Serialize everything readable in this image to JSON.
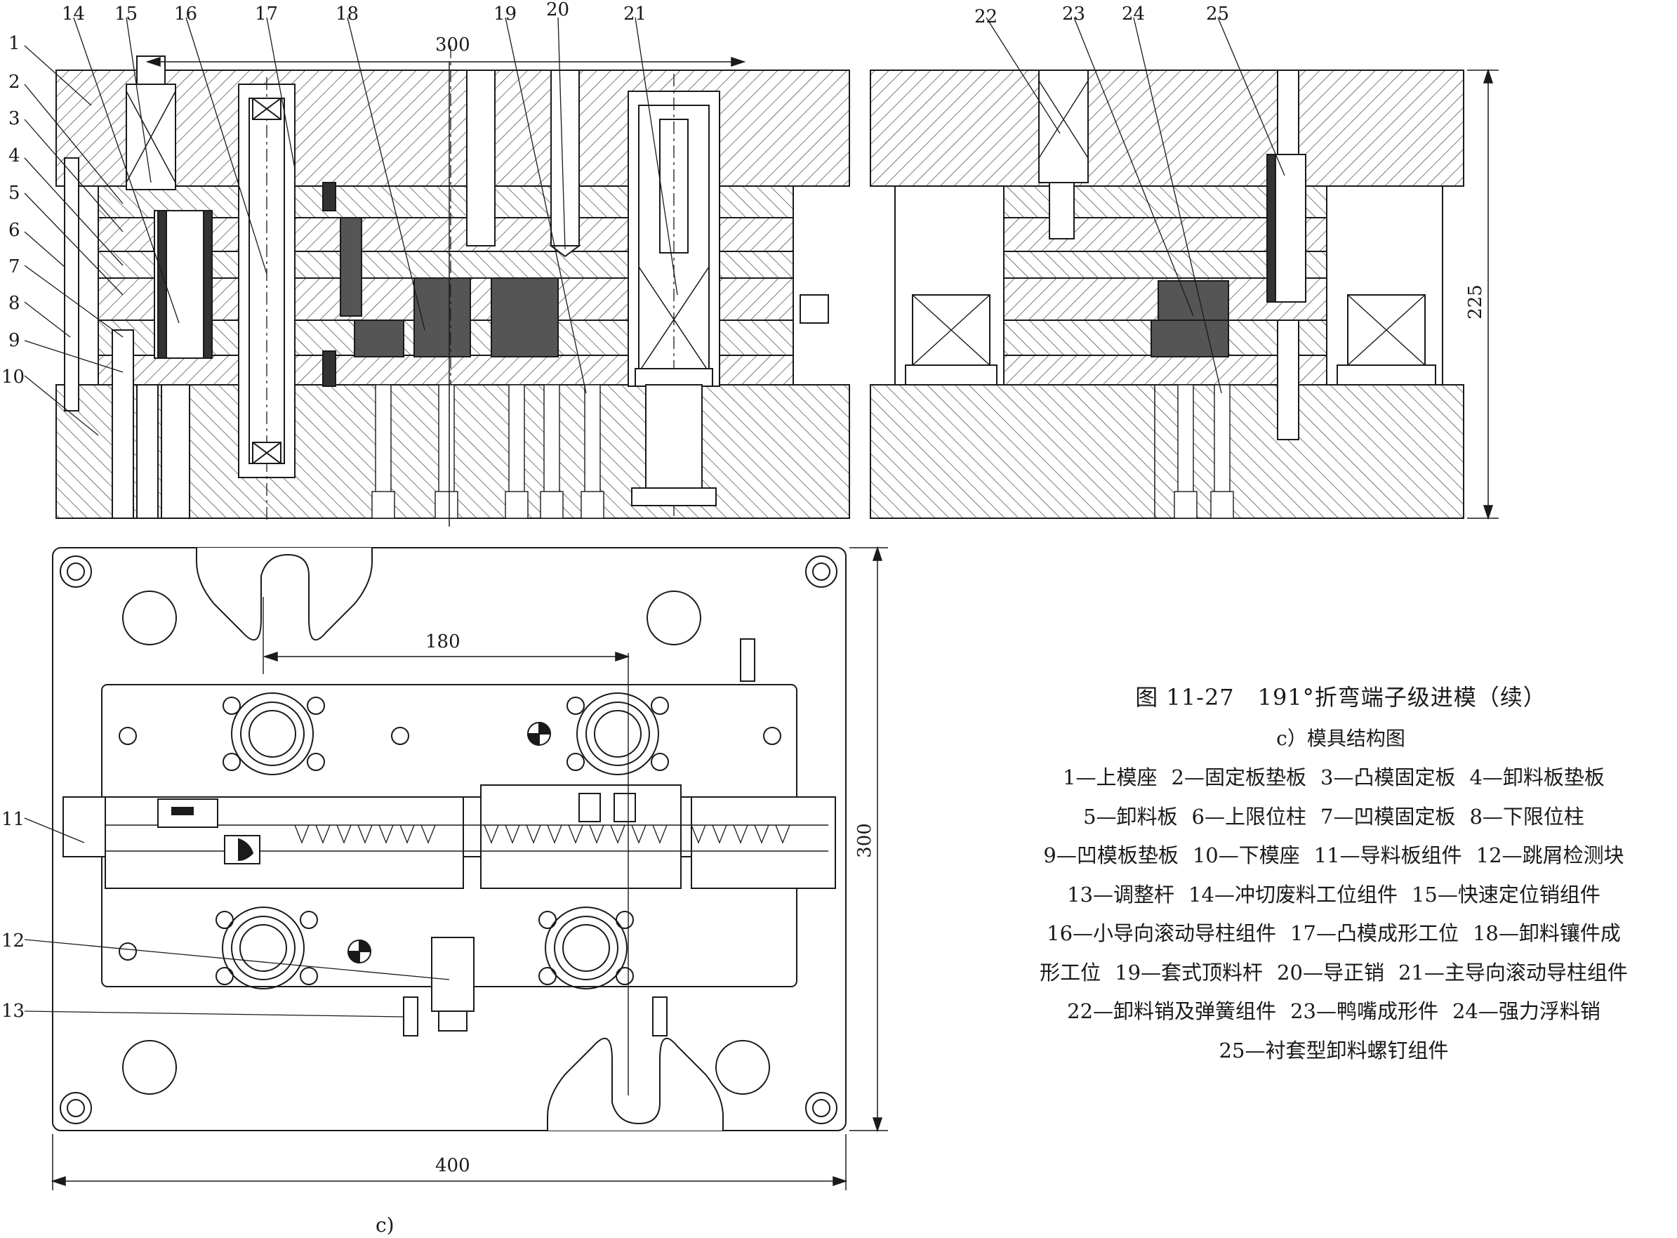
{
  "caption": {
    "title": "图 11-27　191°折弯端子级进模（续）",
    "subtitle": "c）模具结构图"
  },
  "legend_lines": [
    [
      "1—上模座",
      "2—固定板垫板",
      "3—凸模固定板",
      "4—卸料板垫板"
    ],
    [
      "5—卸料板",
      "6—上限位柱",
      "7—凹模固定板",
      "8—下限位柱"
    ],
    [
      "9—凹模板垫板",
      "10—下模座",
      "11—导料板组件",
      "12—跳屑检测块"
    ],
    [
      "13—调整杆",
      "14—冲切废料工位组件",
      "15—快速定位销组件"
    ],
    [
      "16—小导向滚动导柱组件",
      "17—凸模成形工位",
      "18—卸料镶件成"
    ],
    [
      "形工位",
      "19—套式顶料杆",
      "20—导正销",
      "21—主导向滚动导柱组件"
    ],
    [
      "22—卸料销及弹簧组件",
      "23—鸭嘴成形件",
      "24—强力浮料销"
    ],
    [
      "25—衬套型卸料螺钉组件"
    ]
  ],
  "part_labels": [
    "1",
    "2",
    "3",
    "4",
    "5",
    "6",
    "7",
    "8",
    "9",
    "10",
    "11",
    "12",
    "13",
    "14",
    "15",
    "16",
    "17",
    "18",
    "19",
    "20",
    "21",
    "22",
    "23",
    "24",
    "25"
  ],
  "dimensions": {
    "d300_top": "300",
    "d225": "225",
    "d180": "180",
    "d300_side": "300",
    "d400": "400"
  },
  "figure_label": "c)"
}
